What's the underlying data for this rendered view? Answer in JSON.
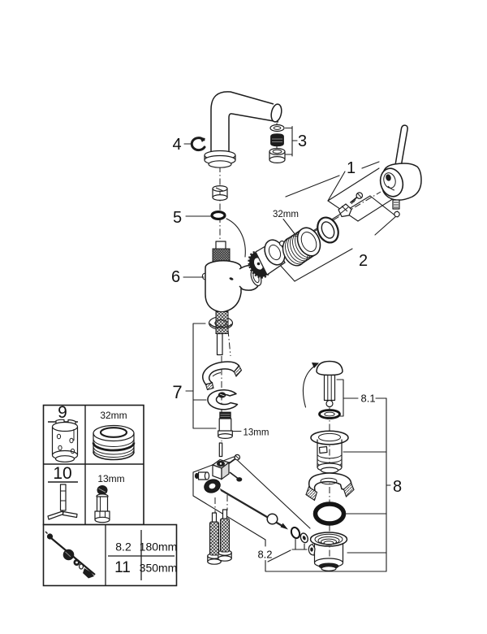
{
  "colors": {
    "background": "#ffffff",
    "line": "#1c1c1c",
    "dark_fill": "#1d1d1d"
  },
  "callouts": {
    "handle": "1",
    "cartridge_group": "2",
    "aerator": "3",
    "spout_clip": "4",
    "o_ring": "5",
    "body": "6",
    "mounting_set": "7",
    "drain_set": "8",
    "drain_plug": "8.1",
    "drain_linkage": "8.2",
    "cartridge_nut_size": "32mm",
    "mounting_stud_size": "13mm"
  },
  "tools_table": {
    "sleeve_tool_number": "9",
    "sleeve_tool_size": "32mm",
    "key_tool_number": "10",
    "key_tool_size": "13mm",
    "pull_rod_ref": "8.2",
    "pull_rod_length_short": "180mm",
    "pull_rod_number": "11",
    "pull_rod_length_long": "350mm"
  }
}
